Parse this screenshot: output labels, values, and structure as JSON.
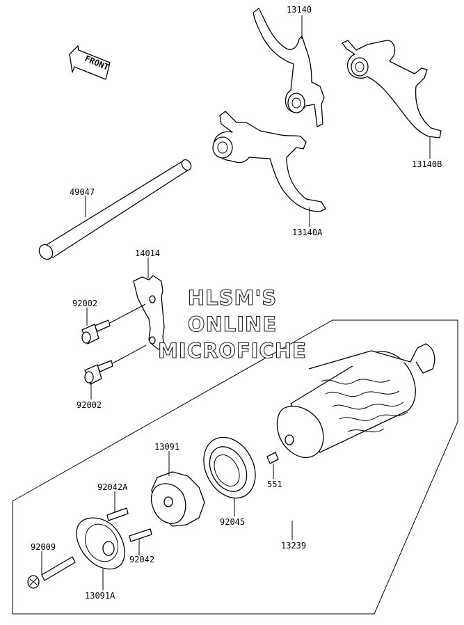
{
  "watermark": {
    "line1": "HLSM'S",
    "line2": "ONLINE",
    "line3": "MICROFICHE"
  },
  "front_arrow_label": "FRONT",
  "parts": {
    "p13140": "13140",
    "p13140B": "13140B",
    "p13140A": "13140A",
    "p49047": "49047",
    "p14014": "14014",
    "p92002_top": "92002",
    "p92002_bottom": "92002",
    "p13091": "13091",
    "p92042A": "92042A",
    "p92045": "92045",
    "p551": "551",
    "p92009": "92009",
    "p92042": "92042",
    "p13239": "13239",
    "p13091A": "13091A"
  }
}
